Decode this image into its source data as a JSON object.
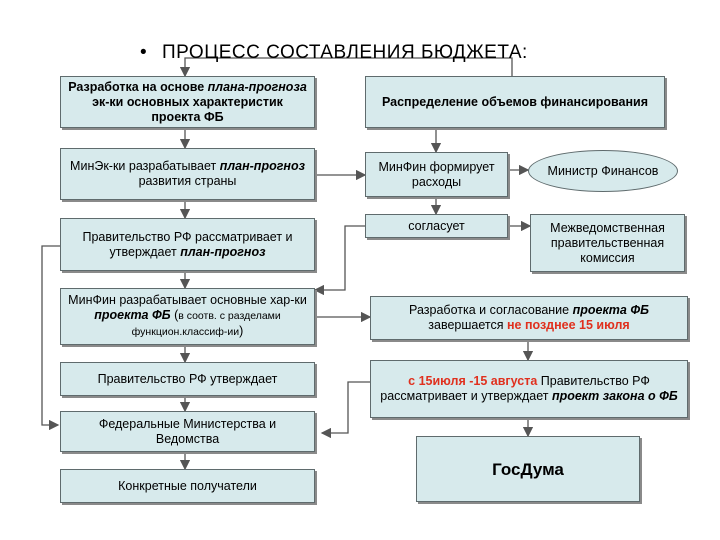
{
  "title": {
    "bullet": "•",
    "text": "ПРОЦЕСС   СОСТАВЛЕНИЯ   БЮДЖЕТА:"
  },
  "left": {
    "box1": {
      "a": "Разработка на основе ",
      "b": "плана-прогноза",
      "c": " эк-ки основных характеристик проекта ФБ"
    },
    "box2": {
      "a": "МинЭк-ки разрабатывает ",
      "b": "план-прогноз",
      "c": " развития страны"
    },
    "box3": {
      "a": "Правительство РФ рассматривает и утверждает ",
      "b": "план-прогноз"
    },
    "box4": {
      "a": "МинФин разрабатывает основные хар-ки ",
      "b": "проекта ФБ",
      "c": " (",
      "d": "в соотв. с разделами функцион.классиф-ии",
      "e": ")"
    },
    "box5": "Правительство РФ утверждает",
    "box6": "Федеральные Министерства и Ведомства",
    "box7": "Конкретные получатели"
  },
  "right": {
    "box1": "Распределение объемов финансирования",
    "box2": "МинФин формирует расходы",
    "box3": "согласует",
    "ellipse": "Министр Финансов",
    "box4": "Межведомственная правительственная комиссия",
    "box5": {
      "a": "Разработка и согласование ",
      "b": "проекта ФБ",
      "c": " завершается ",
      "d": "не позднее 15 июля"
    },
    "box6": {
      "a": "с 15июля -15 августа",
      "b": " Правительство РФ рассматривает и утверждает ",
      "c": "проект закона о ФБ"
    },
    "box7": "ГосДума"
  }
}
